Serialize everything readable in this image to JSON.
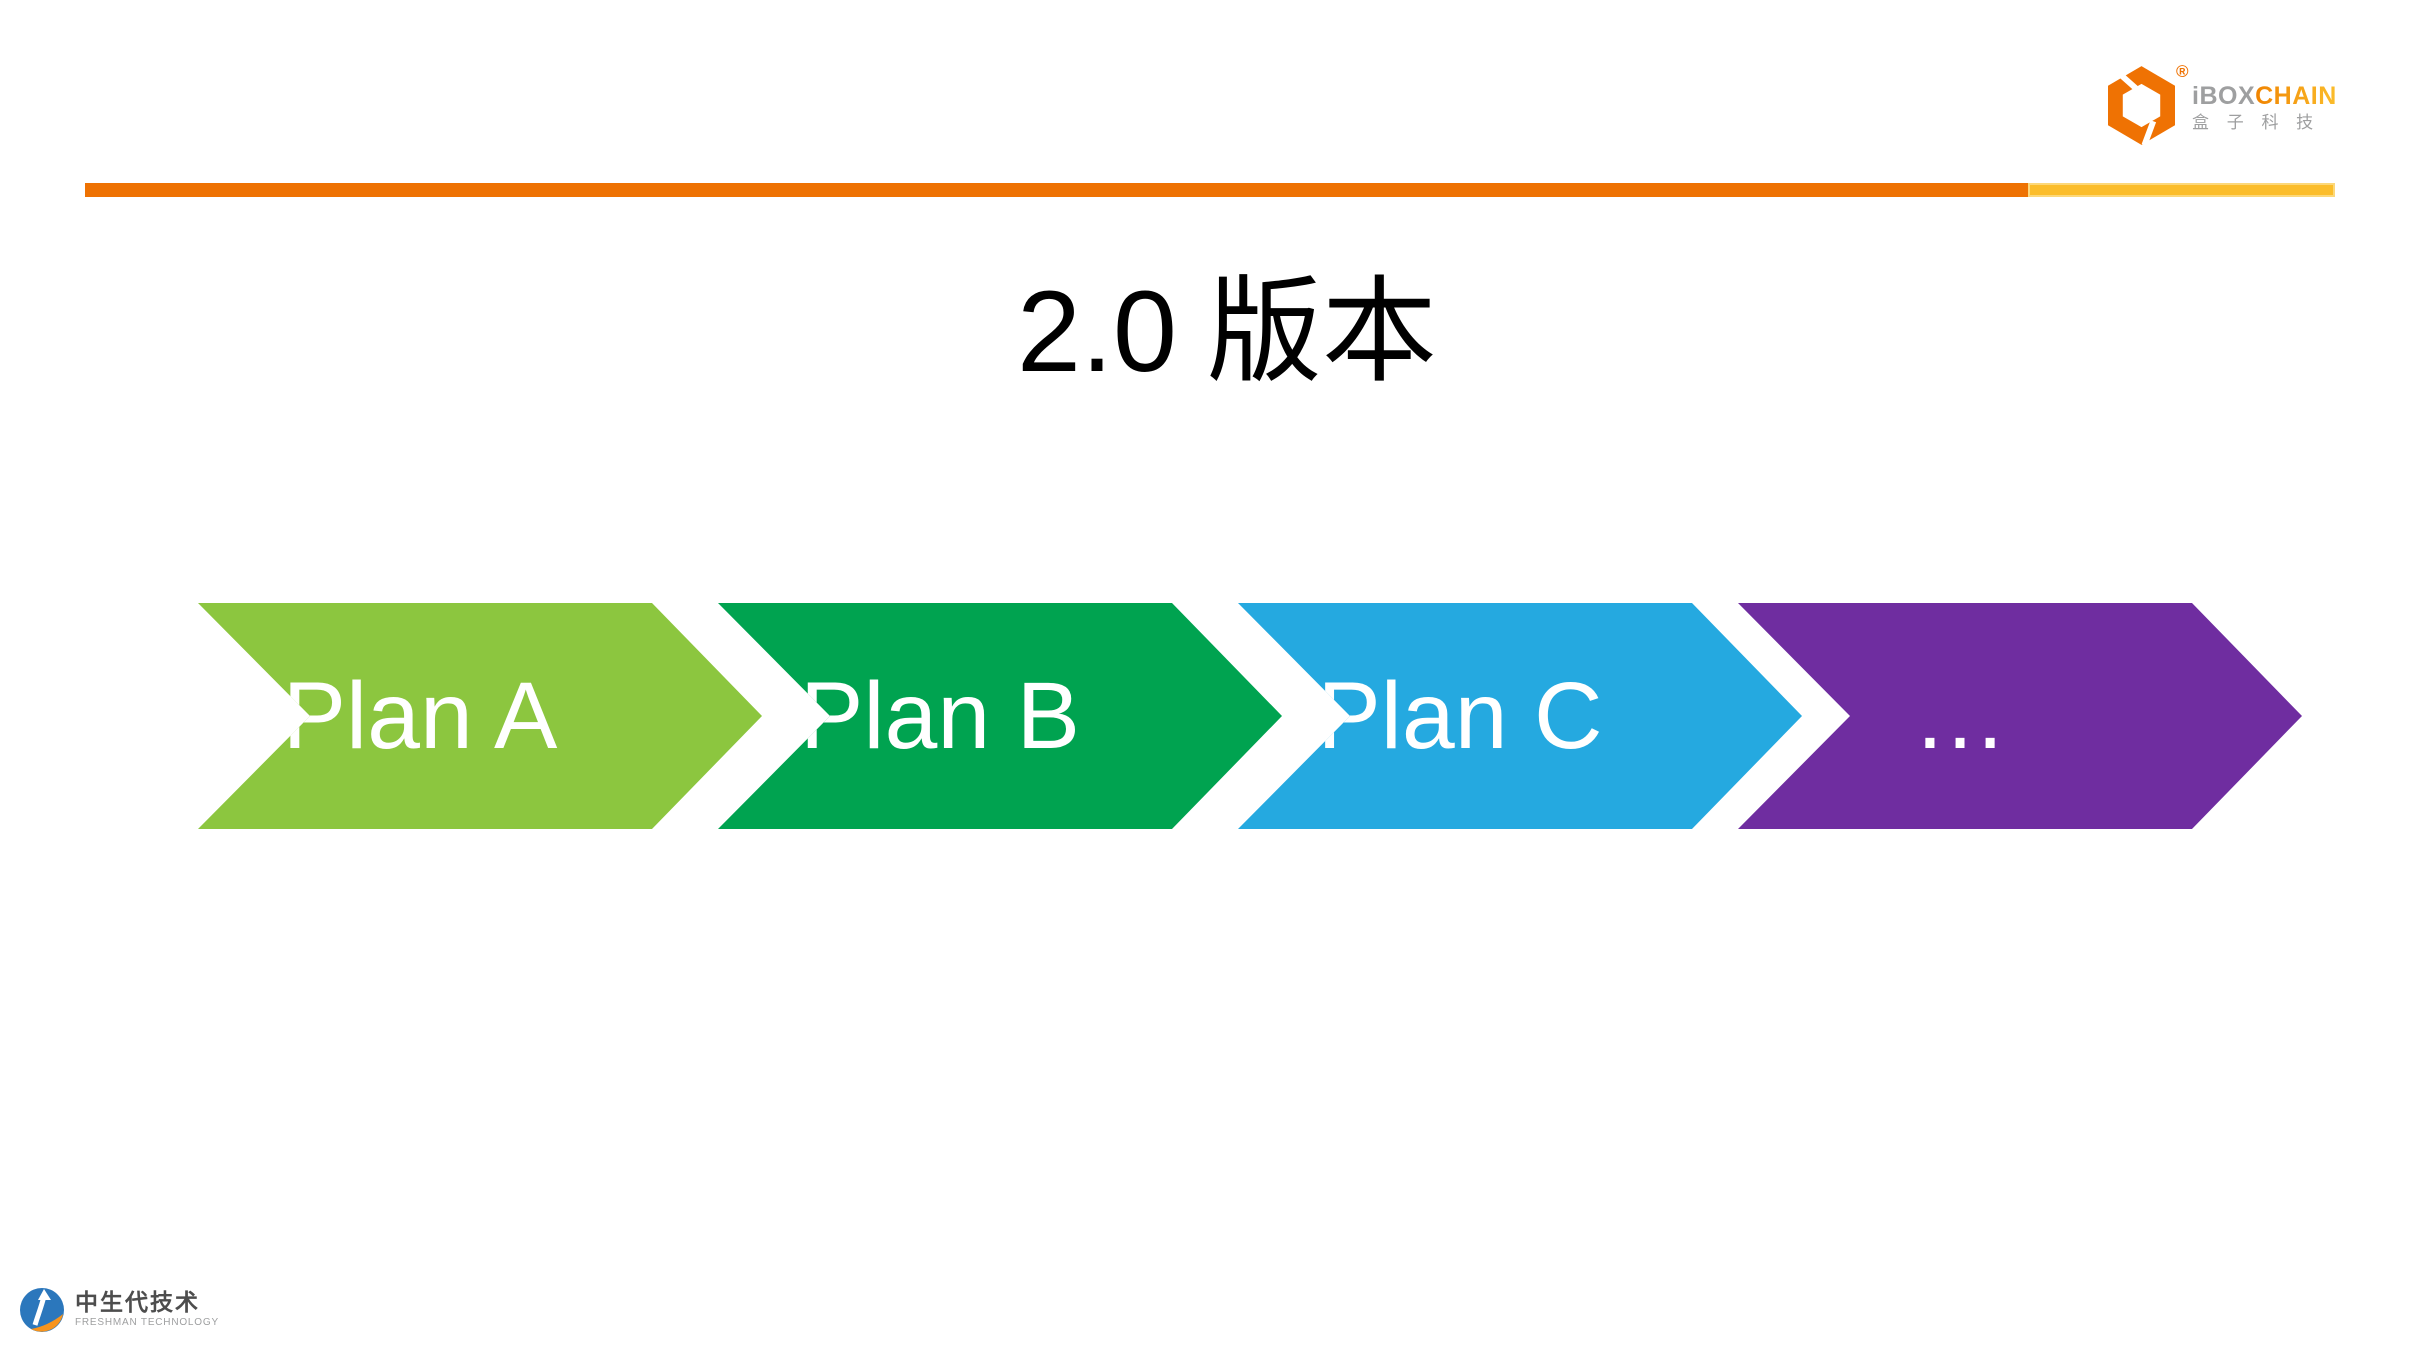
{
  "slide": {
    "background": "#FFFFFF"
  },
  "brand": {
    "wordmark_prefix": "iBOX",
    "wordmark_suffix": "CHAIN",
    "registered_mark": "®",
    "subtitle_cn": "盒 子 科 技",
    "colors": {
      "hexagon": "#EF7203",
      "wordmark_prefix": "#9E9FA0",
      "wordmark_suffix_start": "#F08300",
      "wordmark_suffix_end": "#FBBD2B",
      "subtitle": "#9E9FA0"
    }
  },
  "header_divider": {
    "orange_color": "#EE7203",
    "yellow_color": "#FBBD2B"
  },
  "title": {
    "version": "2.0",
    "label": "版本"
  },
  "process": {
    "steps": [
      {
        "label": "Plan A",
        "color": "#8CC63F"
      },
      {
        "label": "Plan B",
        "color": "#00A350"
      },
      {
        "label": "Plan C",
        "color": "#25A9E0"
      },
      {
        "label": "…",
        "color": "#6F2DA0"
      }
    ],
    "label_color": "#FFFFFF"
  },
  "footer": {
    "company_cn": "中生代技术",
    "company_en": "FRESHMAN TECHNOLOGY",
    "colors": {
      "icon_blue": "#2B77BC",
      "icon_orange": "#F7941D",
      "company_cn": "#4D4D4D",
      "company_en": "#9E9FA0"
    }
  }
}
